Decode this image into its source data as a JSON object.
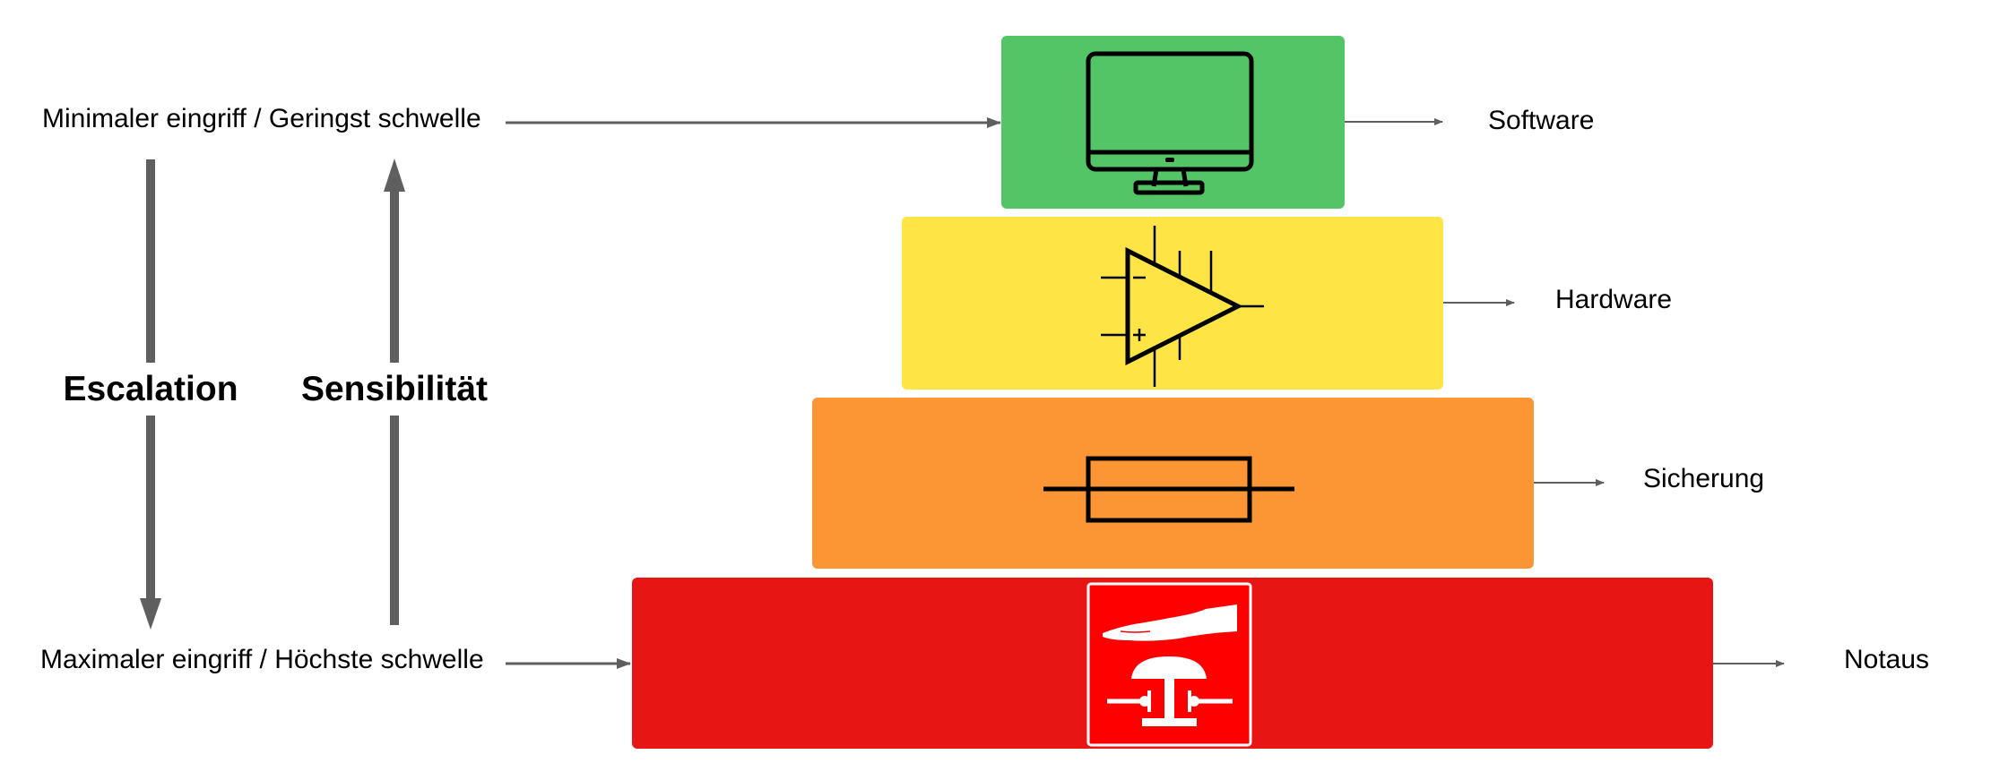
{
  "left": {
    "top_label": "Minimaler eingriff / Geringst schwelle",
    "bottom_label": "Maximaler eingriff / Höchste schwelle",
    "escalation": "Escalation",
    "sensibility": "Sensibilität"
  },
  "tiers": [
    {
      "label": "Software",
      "color": "#54c566",
      "icon": "monitor-icon"
    },
    {
      "label": "Hardware",
      "color": "#fee444",
      "icon": "op-amp-icon"
    },
    {
      "label": "Sicherung",
      "color": "#fc9533",
      "icon": "fuse-icon"
    },
    {
      "label": "Notaus",
      "color": "#e81515",
      "icon": "emergency-stop-icon"
    }
  ],
  "colors": {
    "arrow": "#5f5f5f",
    "icon_stroke": "#000000",
    "notaus_icon_bg": "#ff0000"
  }
}
